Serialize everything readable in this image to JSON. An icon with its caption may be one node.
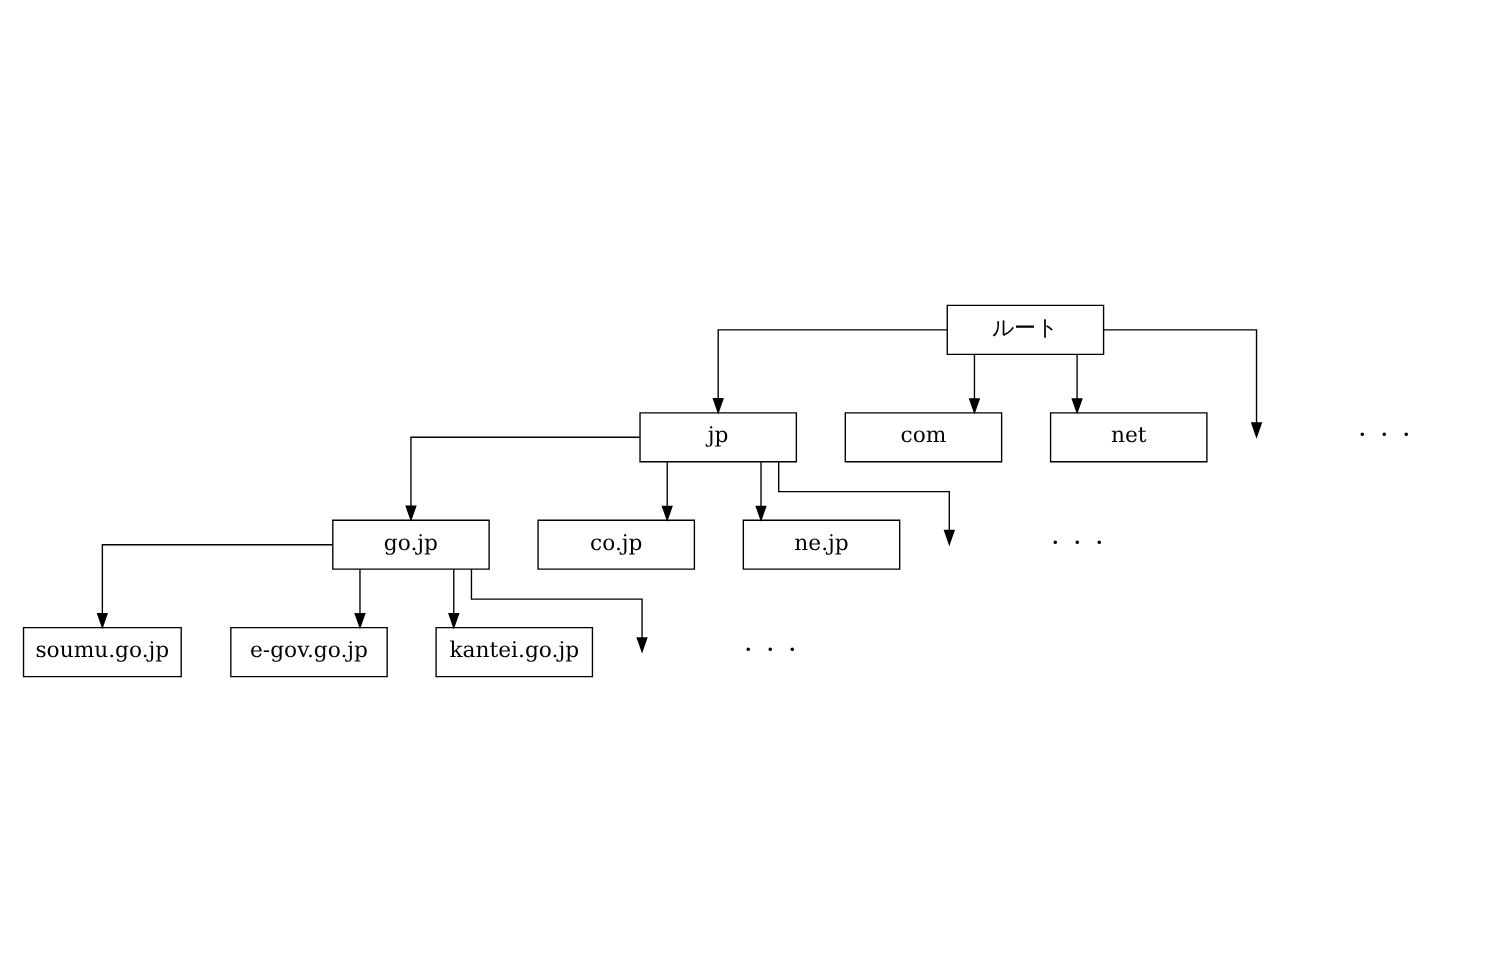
{
  "diagram": {
    "nodes": [
      {
        "text": [
          "ルート"
        ]
      },
      {
        "text": [
          "jp"
        ]
      },
      {
        "text": [
          "com"
        ]
      },
      {
        "text": [
          "net"
        ]
      },
      {
        "text": [
          "go.jp"
        ]
      },
      {
        "text": [
          "co.jp"
        ]
      },
      {
        "text": [
          "ne.jp"
        ]
      },
      {
        "text": [
          "soumu.go.jp"
        ]
      },
      {
        "text": [
          "e-gov.go.jp"
        ]
      },
      {
        "text": [
          "kantei.go.jp"
        ]
      }
    ],
    "edges": [
      {
        "from": 0,
        "to": 1,
        "arrow": "to"
      },
      {
        "from": 0,
        "to": 2,
        "arrow": "to"
      },
      {
        "from": 0,
        "to": 3,
        "arrow": "to"
      },
      {
        "from": 0,
        "to": null,
        "arrow": "to"
      },
      {
        "from": 1,
        "to": 4,
        "arrow": "to"
      },
      {
        "from": 1,
        "to": 5,
        "arrow": "to"
      },
      {
        "from": 1,
        "to": 6,
        "arrow": "to"
      },
      {
        "from": 1,
        "to": null,
        "arrow": "to"
      },
      {
        "from": 4,
        "to": 7,
        "arrow": "to"
      },
      {
        "from": 4,
        "to": 8,
        "arrow": "to"
      },
      {
        "from": 4,
        "to": 9,
        "arrow": "to"
      },
      {
        "from": 4,
        "to": null,
        "arrow": "to"
      }
    ],
    "labels": [
      "・・・",
      "・・・",
      "・・・"
    ]
  }
}
